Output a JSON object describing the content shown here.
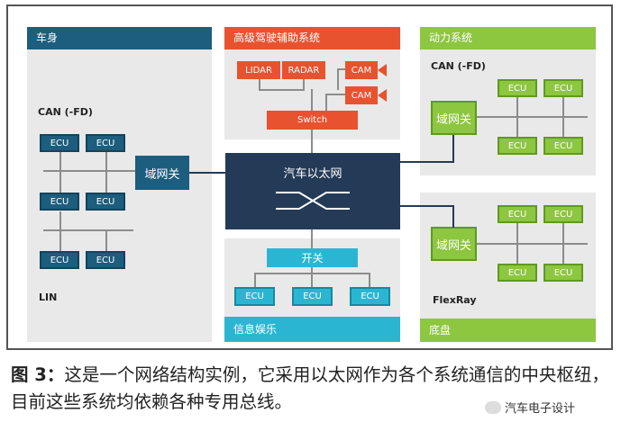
{
  "diagram": {
    "body_panel": {
      "title": "车身",
      "can_label": "CAN (-FD)",
      "lin_label": "LIN",
      "ecus": [
        "ECU",
        "ECU",
        "ECU",
        "ECU",
        "ECU",
        "ECU"
      ],
      "gateway": "域网关"
    },
    "adas_panel": {
      "title": "高级驾驶辅助系统",
      "sensors": [
        "LIDAR",
        "RADAR",
        "CAM",
        "CAM"
      ],
      "switch": "Switch"
    },
    "ethernet": {
      "label": "汽车以太网"
    },
    "powertrain_panel": {
      "title": "动力系统",
      "can_label": "CAN (-FD)",
      "gateway": "域网关",
      "ecus": [
        "ECU",
        "ECU",
        "ECU",
        "ECU"
      ]
    },
    "chassis_panel": {
      "title": "底盘",
      "bus_label": "FlexRay",
      "gateway": "域网关",
      "ecus": [
        "ECU",
        "ECU",
        "ECU",
        "ECU"
      ]
    },
    "infotainment_panel": {
      "title": "信息娱乐",
      "switch": "开关",
      "ecus": [
        "ECU",
        "ECU",
        "ECU"
      ]
    }
  },
  "caption": {
    "lead": "图 3：",
    "text": "这是一个网络结构实例，它采用以太网作为各个系统通信的中央枢纽，目前这些系统均依赖各种专用总线。"
  },
  "watermark": {
    "text": "汽车电子设计",
    "icon": "wechat-icon"
  },
  "colors": {
    "body_blue": "#1d5d7d",
    "adas_orange": "#e8522f",
    "powertrain_green": "#8dc63f",
    "infotainment_cyan": "#2ab6d3",
    "ethernet_navy": "#243b57"
  }
}
